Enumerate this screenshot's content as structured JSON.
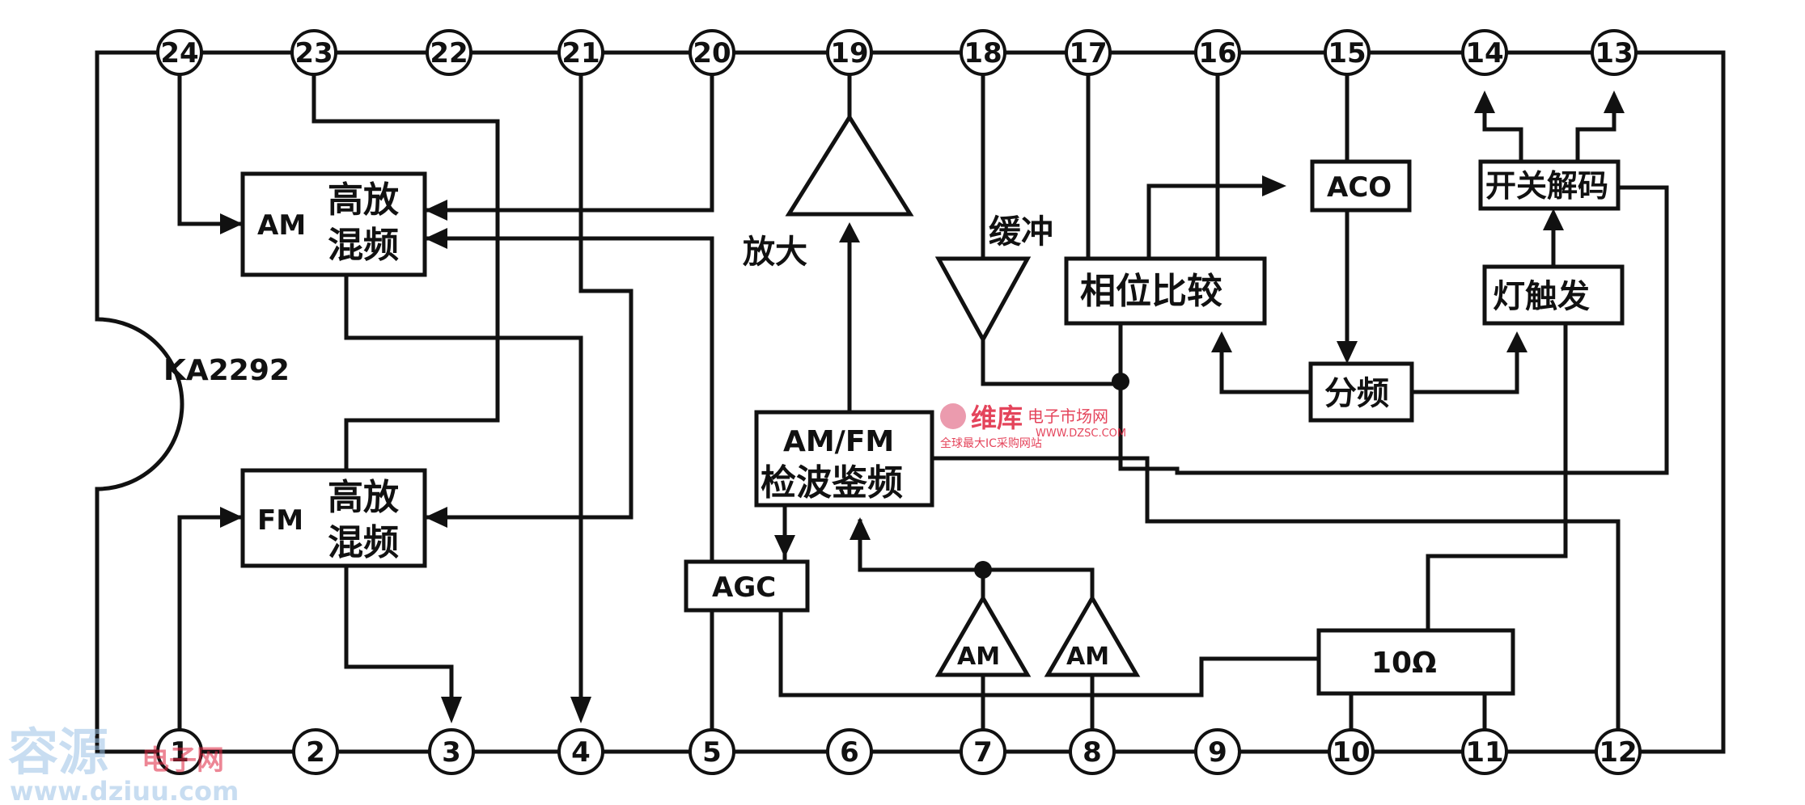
{
  "chip": {
    "name": "KA2292"
  },
  "pins_top": [
    "24",
    "23",
    "22",
    "21",
    "20",
    "19",
    "18",
    "17",
    "16",
    "15",
    "14",
    "13"
  ],
  "pins_bottom": [
    "1",
    "2",
    "3",
    "4",
    "5",
    "6",
    "7",
    "8",
    "9",
    "10",
    "11",
    "12"
  ],
  "blocks": {
    "am_mixer": {
      "tag": "AM",
      "line1": "高放",
      "line2": "混频"
    },
    "fm_mixer": {
      "tag": "FM",
      "line1": "高放",
      "line2": "混频"
    },
    "detector": {
      "line1": "AM/FM",
      "line2": "检波鉴频"
    },
    "agc": "AGC",
    "amplifier": "放大",
    "buffer": "缓冲",
    "phase_compare": "相位比较",
    "aco": "ACO",
    "divider": "分频",
    "switch_decode": "开关解码",
    "lamp_trigger": "灯触发",
    "res_10ohm": "10Ω",
    "am_tri_1": "AM",
    "am_tri_2": "AM"
  },
  "watermark": {
    "top_brand": "维库",
    "top_brand_sub": "电子市场网",
    "top_url": "WWW.DZSC.COM",
    "top_tagline": "全球最大IC采购网站",
    "bottom_brand": "容源",
    "bottom_brand_sub": "电子网",
    "bottom_url": "www.dziuu.com"
  }
}
